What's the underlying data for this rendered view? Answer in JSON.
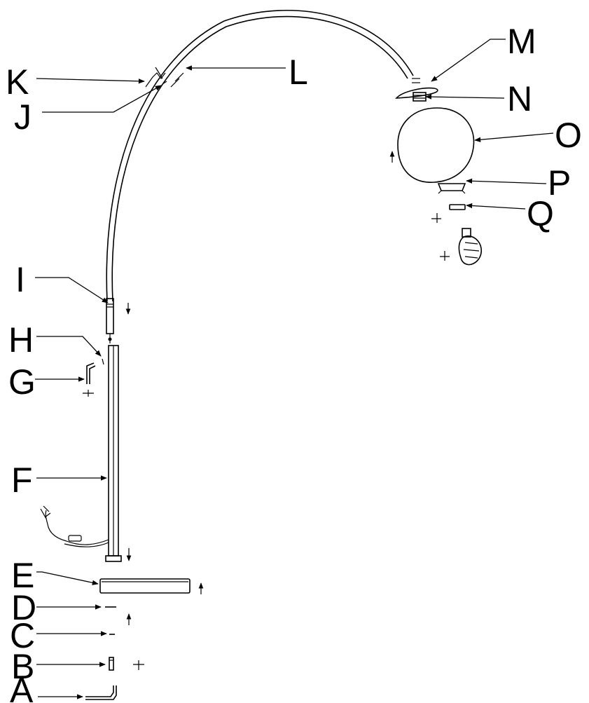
{
  "labels": {
    "A": "A",
    "B": "B",
    "C": "C",
    "D": "D",
    "E": "E",
    "F": "F",
    "G": "G",
    "H": "H",
    "I": "I",
    "J": "J",
    "K": "K",
    "L": "L",
    "M": "M",
    "N": "N",
    "O": "O",
    "P": "P",
    "Q": "Q"
  }
}
